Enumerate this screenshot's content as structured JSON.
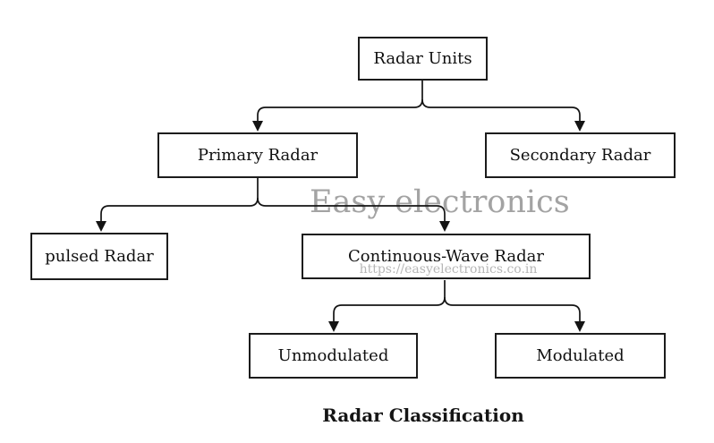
{
  "diagram": {
    "caption": "Radar Classification",
    "watermark": {
      "text": "Easy electronics",
      "url": "https://easyelectronics.co.in"
    },
    "nodes": [
      {
        "id": "radar-units",
        "label": "Radar Units"
      },
      {
        "id": "primary-radar",
        "label": "Primary Radar"
      },
      {
        "id": "secondary-radar",
        "label": "Secondary Radar"
      },
      {
        "id": "pulsed-radar",
        "label": "pulsed Radar"
      },
      {
        "id": "continuous-wave-radar",
        "label": "Continuous-Wave Radar"
      },
      {
        "id": "unmodulated",
        "label": "Unmodulated"
      },
      {
        "id": "modulated",
        "label": "Modulated"
      }
    ],
    "edges": [
      {
        "from": "Radar Units",
        "to": "Primary Radar"
      },
      {
        "from": "Radar Units",
        "to": "Secondary Radar"
      },
      {
        "from": "Primary Radar",
        "to": "pulsed Radar"
      },
      {
        "from": "Primary Radar",
        "to": "Continuous-Wave Radar"
      },
      {
        "from": "Continuous-Wave Radar",
        "to": "Unmodulated"
      },
      {
        "from": "Continuous-Wave Radar",
        "to": "Modulated"
      }
    ],
    "colors": {
      "background": "#ffffff",
      "box_border": "#1c1c1c",
      "box_fill": "#ffffff",
      "line": "#141414",
      "text": "#101010",
      "watermark": "#a3a3a3",
      "watermark_url": "#b6b6b6"
    }
  }
}
